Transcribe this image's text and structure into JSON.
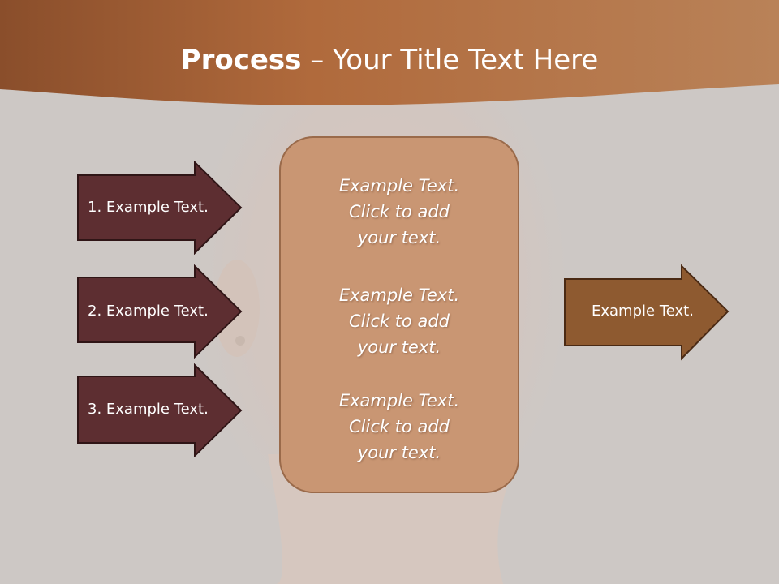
{
  "title": {
    "bold": "Process",
    "dash": " – ",
    "rest": "Your Title Text Here"
  },
  "left_arrows": [
    {
      "label": "1. Example Text."
    },
    {
      "label": "2. Example Text."
    },
    {
      "label": "3. Example Text."
    }
  ],
  "center_box": {
    "items": [
      {
        "line1": "Example Text.",
        "line2": "Click  to add",
        "line3": "your text."
      },
      {
        "line1": "Example Text.",
        "line2": "Click  to add",
        "line3": "your text."
      },
      {
        "line1": "Example Text.",
        "line2": "Click  to add",
        "line3": "your text."
      }
    ]
  },
  "right_arrow": {
    "label": "Example Text."
  },
  "colors": {
    "left_arrow_fill": "#5d2e31",
    "right_arrow_fill": "#8e5a30",
    "header_fill": "#a76438",
    "center_fill": "#c99673",
    "background": "#cdc8c5"
  }
}
